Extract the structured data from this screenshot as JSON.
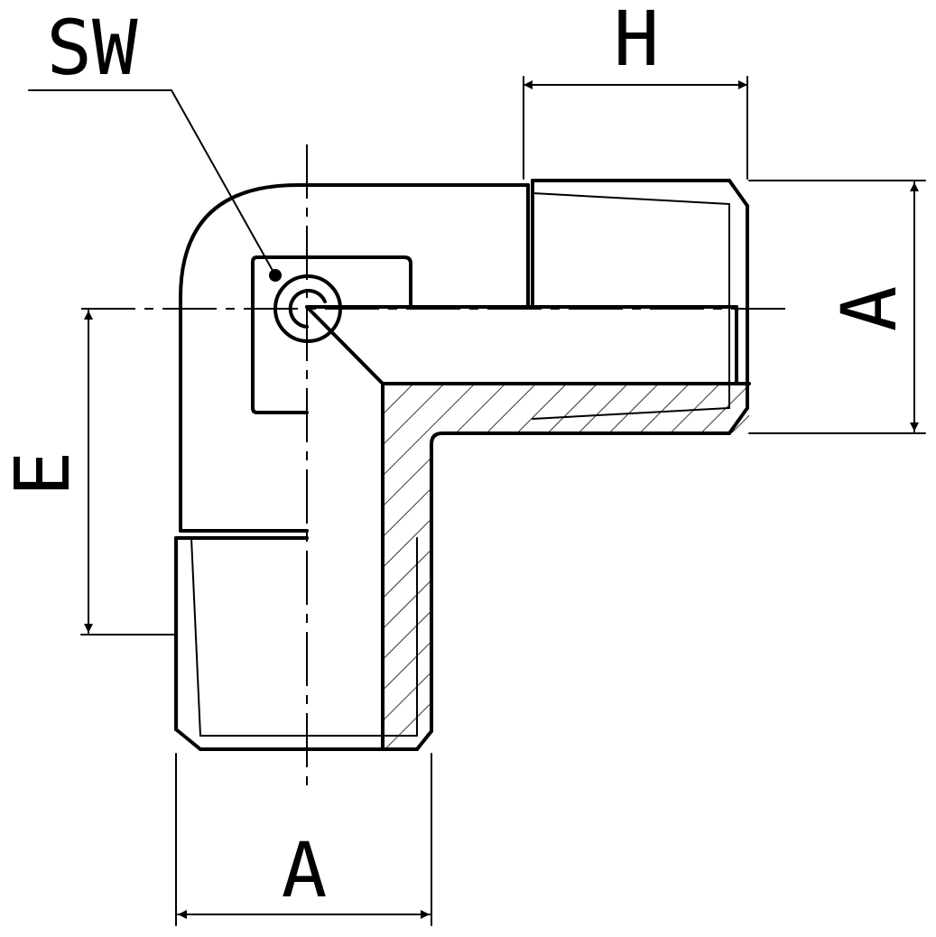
{
  "labels": {
    "sw": "SW",
    "h": "H",
    "a_right": "A",
    "e": "E",
    "a_bottom": "A"
  },
  "colors": {
    "line": "#000000",
    "background": "#ffffff"
  }
}
